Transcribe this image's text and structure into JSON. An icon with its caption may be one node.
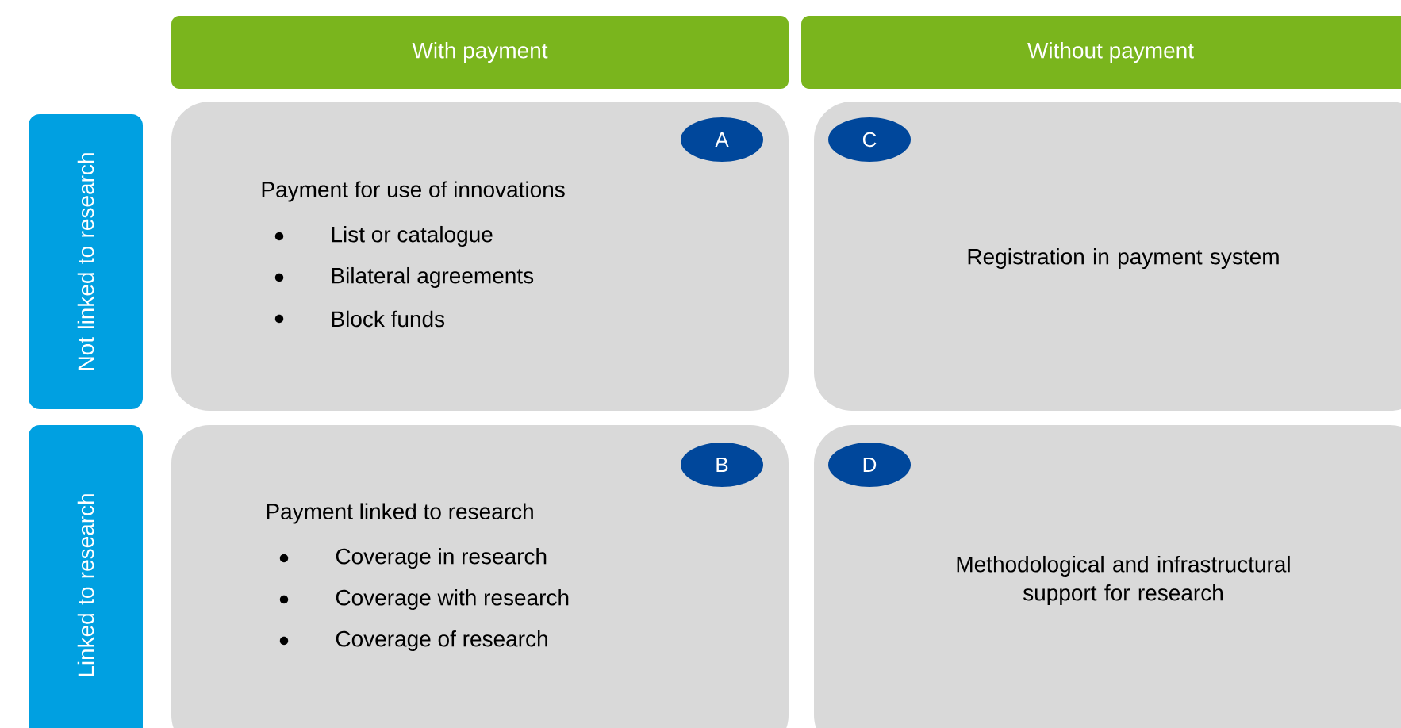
{
  "diagram": {
    "nodes": [
      {
        "text": [
          "With payment"
        ]
      },
      {
        "text": [
          "Without payment"
        ]
      },
      {
        "text": [
          "Not linked to research"
        ]
      },
      {
        "text": [
          "Linked to research"
        ]
      },
      {
        "text": [
          "Payment for use of innovations",
          "List or catalogue",
          "Bilateral agreements",
          "Block funds"
        ]
      },
      {
        "text": [
          "A"
        ],
        "in": 4
      },
      {
        "text": [
          "Registration in payment system"
        ]
      },
      {
        "text": [
          "C"
        ],
        "in": 6
      },
      {
        "text": [
          "Payment linked to research",
          "Coverage in research",
          "Coverage with research",
          "Coverage of research"
        ]
      },
      {
        "text": [
          "B"
        ],
        "in": 8
      },
      {
        "text": [
          "Methodological and infrastructural support for research"
        ]
      },
      {
        "text": [
          "D"
        ],
        "in": 10
      }
    ]
  }
}
